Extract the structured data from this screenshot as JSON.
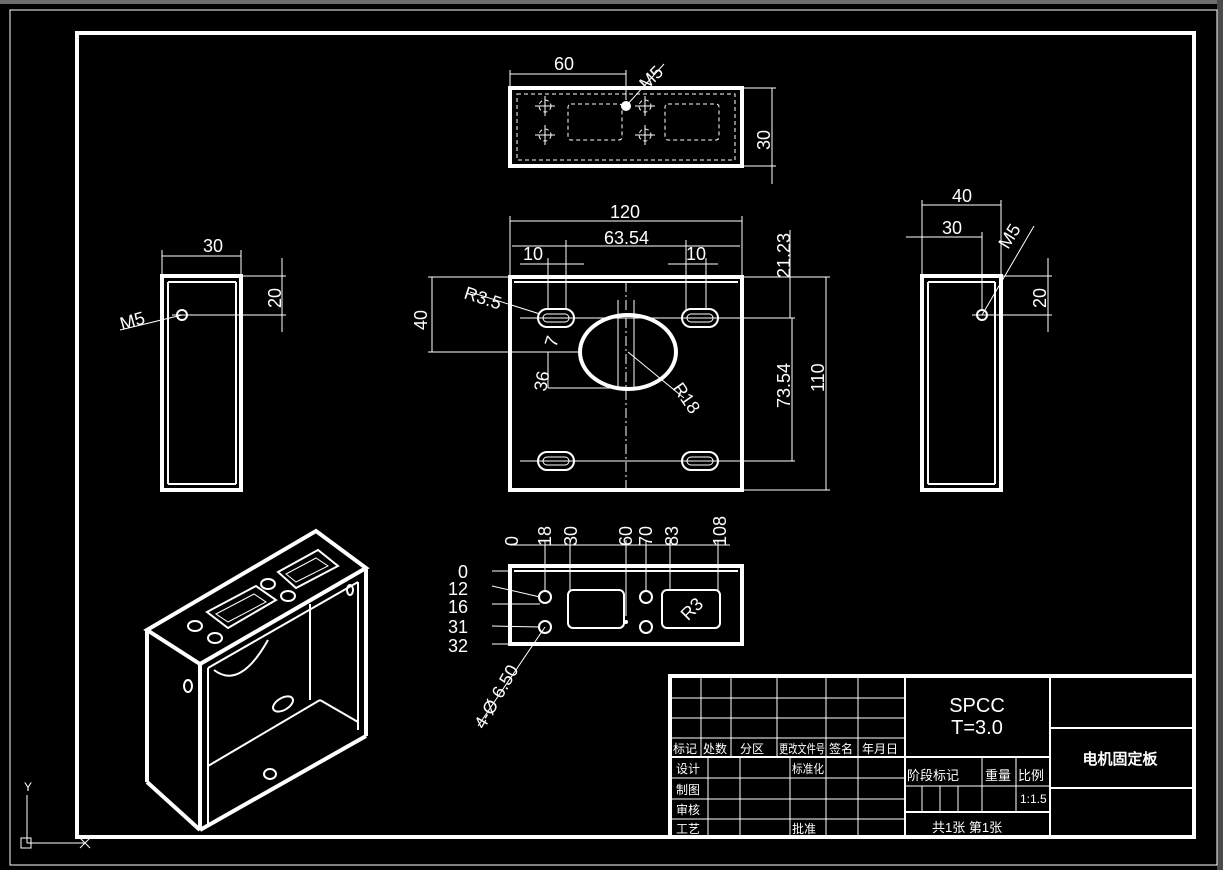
{
  "drawing": {
    "material": "SPCC",
    "thickness": "T=3.0",
    "title": "电机固定板",
    "scale": "1:1.5",
    "sheets": "共1张  第1张",
    "title_block_headers": [
      "标记",
      "处数",
      "分区",
      "更改文件号",
      "签名",
      "年月日"
    ],
    "roles": [
      "设计",
      "制图",
      "审核",
      "工艺"
    ],
    "standardization": "标准化",
    "approve": "批准",
    "stage_mark": "阶段标记",
    "weight": "重量",
    "ratio": "比例"
  },
  "dimensions": {
    "top_view": {
      "width": "60",
      "height": "30",
      "thread": "M5"
    },
    "front": {
      "width": "120",
      "center_span": "63.54",
      "left_slot": "10",
      "right_slot": "10",
      "top_offset": "21.23",
      "radius_slot": "R3.5",
      "offset_40": "40",
      "slot_7": "7",
      "dim_36": "36",
      "radius_hole": "R18",
      "span_vertical": "73.54",
      "height": "110"
    },
    "left_view": {
      "width": "30",
      "height": "20",
      "thread": "M5"
    },
    "right_view": {
      "width_outer": "40",
      "width_inner": "30",
      "height": "20",
      "thread": "M5"
    },
    "bottom_view": {
      "x_ords": [
        "0",
        "18",
        "30",
        "60",
        "70",
        "83",
        "108"
      ],
      "y_ords": [
        "0",
        "12",
        "16",
        "31",
        "32"
      ],
      "radius": "R3",
      "holes": "4-Ø 6.50"
    }
  },
  "ucs": {
    "y_label": "Y"
  }
}
